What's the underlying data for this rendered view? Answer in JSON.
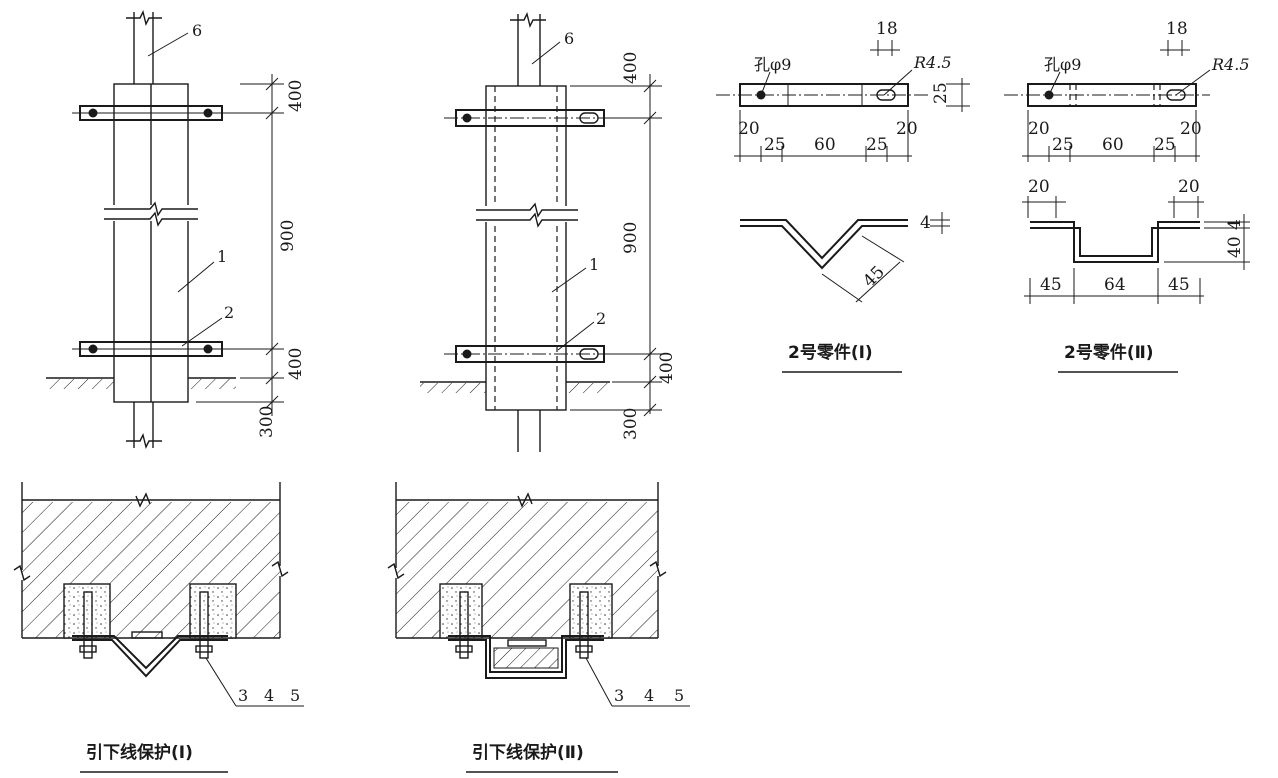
{
  "titles": {
    "protect_1": "引下线保护(Ⅰ)",
    "protect_2": "引下线保护(Ⅱ)",
    "part_1": "2号零件(Ⅰ)",
    "part_2": "2号零件(Ⅱ)"
  },
  "elevation_1": {
    "dims": {
      "top": "400",
      "middle": "900",
      "bottom": "400",
      "below": "300"
    },
    "labels": {
      "conductor": "6",
      "pipe": "1",
      "clamp": "2"
    }
  },
  "elevation_2": {
    "dims": {
      "top": "400",
      "middle": "900",
      "bottom": "400",
      "below": "300"
    },
    "labels": {
      "conductor": "6",
      "pipe": "1",
      "clamp": "2"
    }
  },
  "section_1": {
    "labels": {
      "a": "3",
      "b": "4",
      "c": "5"
    }
  },
  "section_2": {
    "labels": {
      "a": "3",
      "b": "4",
      "c": "5"
    }
  },
  "part_1": {
    "hole": "孔φ9",
    "radius": "R4.5",
    "slot": "18",
    "height": "25",
    "bottom_dims": [
      "20",
      "25",
      "60",
      "25",
      "20"
    ],
    "thickness": "4",
    "leg": "45"
  },
  "part_2": {
    "hole": "孔φ9",
    "radius": "R4.5",
    "slot": "18",
    "bottom_dims": [
      "20",
      "25",
      "60",
      "25",
      "20"
    ],
    "flange_left": "20",
    "flange_right": "20",
    "thickness": "4",
    "depth": "40",
    "bottom_dims_2": [
      "45",
      "64",
      "45"
    ]
  }
}
